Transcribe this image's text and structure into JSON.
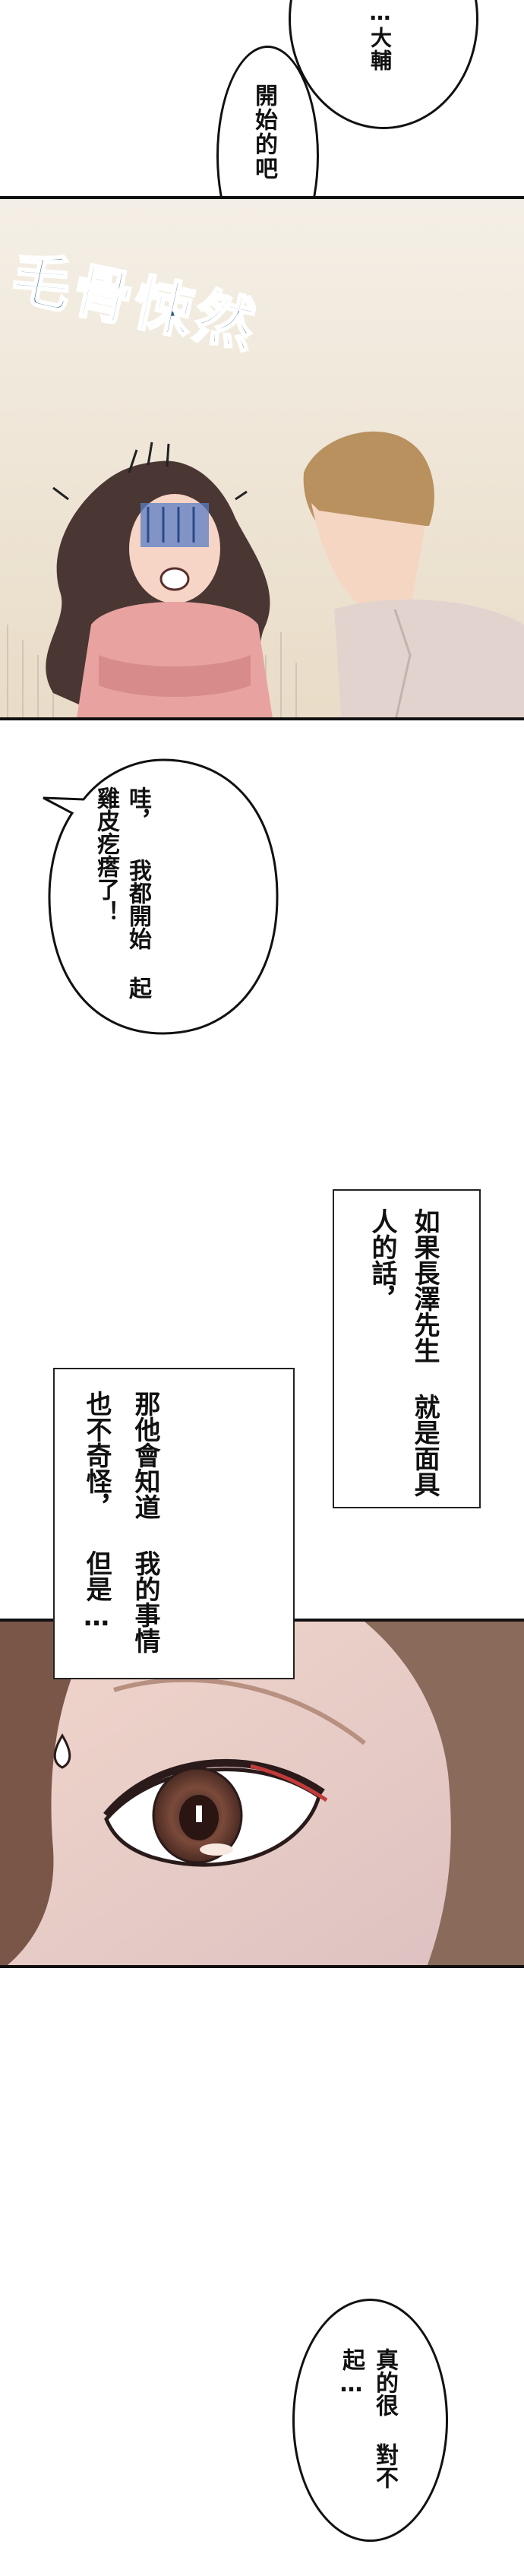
{
  "panel1": {
    "bubble_top": "…大輔",
    "bubble_second": "開始的吧…？",
    "sfx": "毛骨悚然"
  },
  "bubble_wa": {
    "col1": "哇，",
    "col2": "我都開始",
    "col3": "起雞皮疙瘩了！"
  },
  "caption1": {
    "col1": "如果長澤先生",
    "col2": "就是面具人的話，"
  },
  "caption2": {
    "col1": "那他會知道",
    "col2": "我的事情",
    "col3": "也不奇怪，",
    "col4": "但是…"
  },
  "bubble_sorry": {
    "col1": "真的很",
    "col2": "對不起…"
  },
  "colors": {
    "background": "#ffffff",
    "border": "#111111",
    "sfx_blue": "#2c5f8a",
    "sweater": "#e8a3a0",
    "hair_dark": "#4a3633",
    "hair_man": "#b8915f",
    "shirt": "#e2d3cf"
  }
}
